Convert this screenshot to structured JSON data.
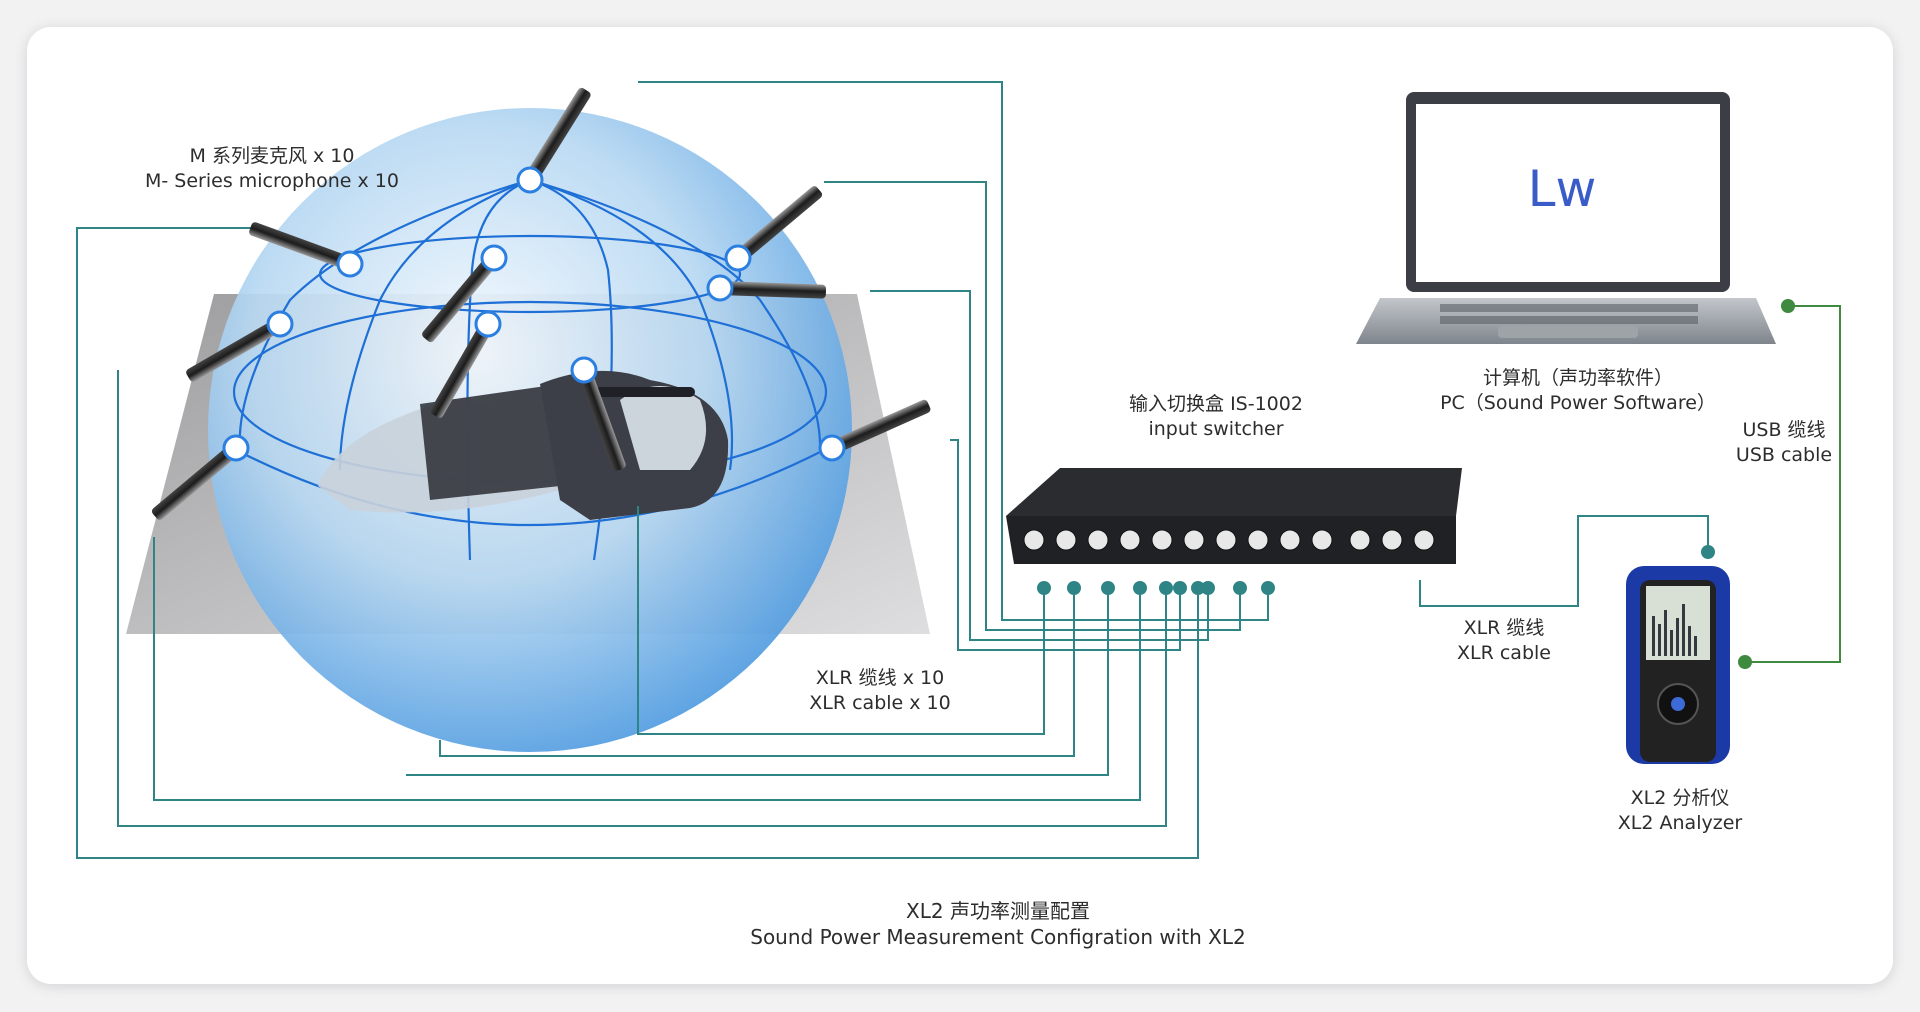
{
  "microphones": {
    "cn": "M 系列麦克风 x 10",
    "en": "M- Series microphone x 10"
  },
  "switcher": {
    "cn": "输入切换盒 IS-1002",
    "en": "input switcher"
  },
  "pc": {
    "cn": "计算机（声功率软件）",
    "en": "PC（Sound Power Software）",
    "screen_text": "Lw"
  },
  "usb": {
    "cn": "USB 缆线",
    "en": "USB cable"
  },
  "xlr_single": {
    "cn": "XLR 缆线",
    "en": "XLR cable"
  },
  "xlr_multi": {
    "cn": "XLR 缆线 x 10",
    "en": "XLR cable x 10"
  },
  "analyzer": {
    "cn": "XL2 分析仪",
    "en": "XL2 Analyzer"
  },
  "caption": {
    "cn": "XL2 声功率测量配置",
    "en": "Sound Power Measurement Configration with XL2"
  },
  "colors": {
    "cable_teal": "#2f8585",
    "usb_green": "#3f8a3f",
    "sphere": "#6aaee0",
    "grid": "#1e6fd6",
    "analyzer_blue": "#1b3aa6"
  },
  "icons": [
    "microphone-icon",
    "switcher-icon",
    "laptop-icon",
    "analyzer-icon",
    "vacuum-icon"
  ]
}
